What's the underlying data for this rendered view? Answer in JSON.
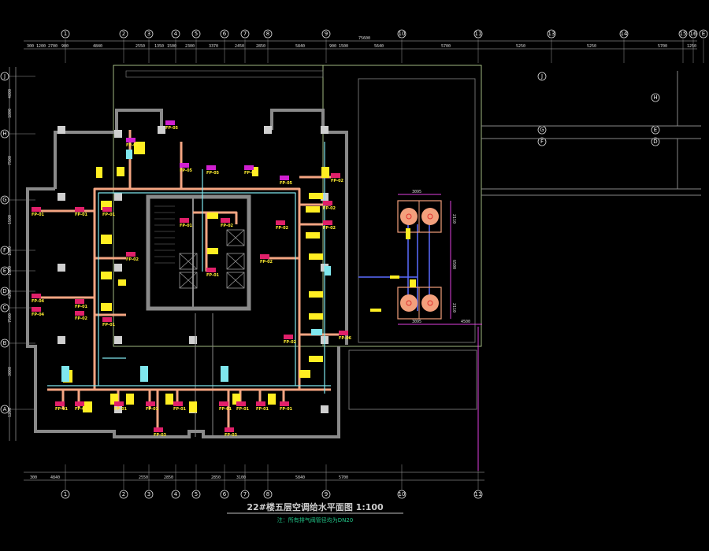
{
  "drawing": {
    "title": "22#楼五层空调给水平面图 1:100",
    "note": "注：所有排气阀管径均为DN20",
    "total_dimension": "75600",
    "columns_top": [
      "1",
      "2",
      "3",
      "4",
      "5",
      "6",
      "7",
      "8",
      "9",
      "10",
      "11",
      "13",
      "14",
      "15",
      "16",
      "E"
    ],
    "columns_bottom": [
      "1",
      "2",
      "3",
      "4",
      "5",
      "6",
      "7",
      "8",
      "9",
      "10",
      "11"
    ],
    "rows_left": [
      "J",
      "H",
      "G",
      "F",
      "E",
      "D",
      "C",
      "B",
      "A"
    ],
    "rows_right": [
      "J",
      "H",
      "G",
      "F",
      "E",
      "D"
    ],
    "dims_top": [
      "300",
      "1200",
      "2700",
      "900",
      "4840",
      "2550",
      "1350",
      "1500",
      "2300",
      "3370",
      "2450",
      "2850",
      "5840",
      "900",
      "1500",
      "5640",
      "5700",
      "5250",
      "5250",
      "5700",
      "1250"
    ],
    "dims_left": [
      "4800",
      "1800",
      "7500",
      "1500",
      "1800",
      "1500",
      "4200",
      "7500",
      "3000",
      "1200"
    ],
    "dims_bottom": [
      "300",
      "4840",
      "2550",
      "2850",
      "2850",
      "3100",
      "5840",
      "5700"
    ],
    "unit_labels": [
      "FP-01",
      "FP-02",
      "FP-03",
      "FP-04",
      "FP-05",
      "FP-06"
    ],
    "tower_dims": [
      "3095",
      "2110",
      "6500",
      "2110",
      "3095",
      "4500"
    ],
    "colors": {
      "pipe_supply": "#f4a582",
      "pipe_return": "#7fe7ee",
      "unit": "#e0206a",
      "label": "#ffee22",
      "tower": "#f3a07c",
      "frame": "#c8e6a0",
      "dim_magenta": "#e040e0"
    }
  }
}
